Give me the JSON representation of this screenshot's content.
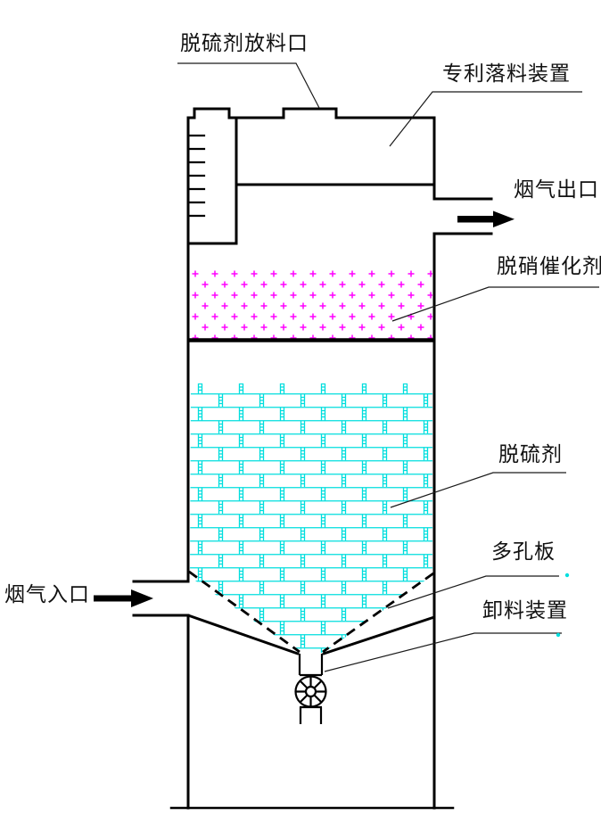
{
  "diagram": {
    "type": "process-equipment-diagram",
    "description": "Flue gas desulfurization and denitrification tower schematic",
    "labels": {
      "feed_port": {
        "text": "脱硫剂放料口"
      },
      "falling_device": {
        "text": "专利落料装置"
      },
      "gas_outlet": {
        "text": "烟气出口"
      },
      "denox_catalyst": {
        "text": "脱硝催化剂"
      },
      "desulfurizer": {
        "text": "脱硫剂"
      },
      "perforated_plate": {
        "text": "多孔板"
      },
      "discharge_device": {
        "text": "卸料装置"
      },
      "gas_inlet": {
        "text": "烟气入口"
      }
    },
    "colors": {
      "outline": "#000000",
      "catalyst_cross": "#ff00ff",
      "desulfurizer_brick": "#00dede",
      "leader_line": "#1a1a1a"
    }
  }
}
